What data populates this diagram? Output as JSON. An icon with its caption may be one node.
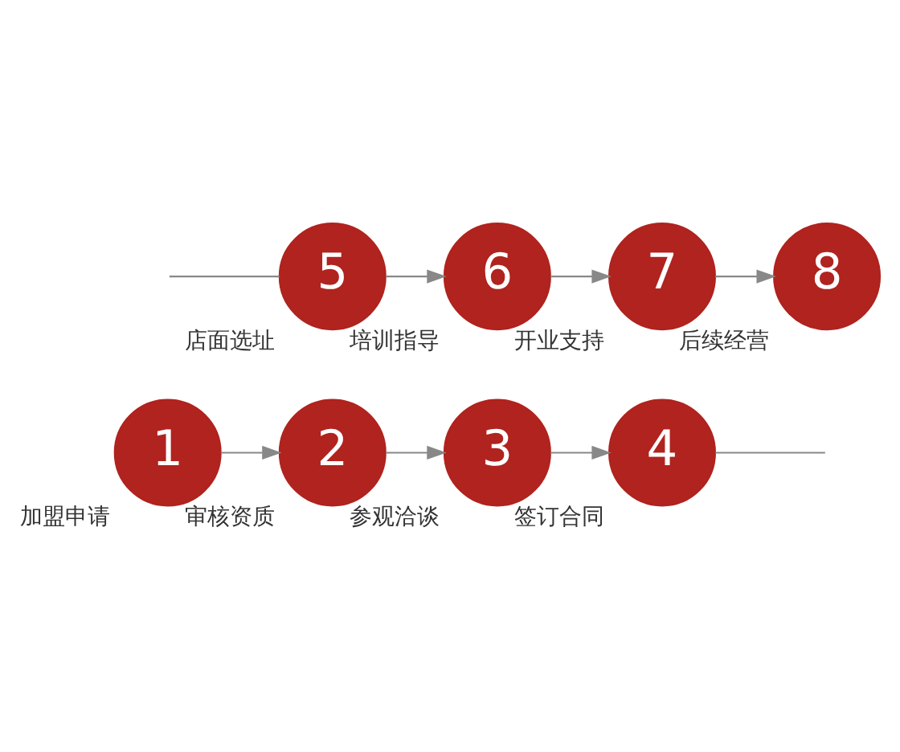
{
  "diagram": {
    "nodes": [
      {
        "text": [
          "1"
        ],
        "beside": [
          "加盟申请"
        ]
      },
      {
        "text": [
          "2"
        ],
        "beside": [
          "审核资质"
        ]
      },
      {
        "text": [
          "3"
        ],
        "beside": [
          "参观洽谈"
        ]
      },
      {
        "text": [
          "4"
        ],
        "beside": [
          "签订合同"
        ]
      },
      {
        "text": [
          "5"
        ],
        "beside": [
          "店面选址"
        ]
      },
      {
        "text": [
          "6"
        ],
        "beside": [
          "培训指导"
        ]
      },
      {
        "text": [
          "7"
        ],
        "beside": [
          "开业支持"
        ]
      },
      {
        "text": [
          "8"
        ],
        "beside": [
          "后续经营"
        ]
      }
    ],
    "edges": [
      {
        "from": 0,
        "to": 1,
        "arrow": "to"
      },
      {
        "from": 1,
        "to": 2,
        "arrow": "to"
      },
      {
        "from": 2,
        "to": 3,
        "arrow": "to"
      },
      {
        "from": 3,
        "to": null,
        "arrow": "none"
      },
      {
        "from": null,
        "to": 4,
        "arrow": "none"
      },
      {
        "from": 4,
        "to": 5,
        "arrow": "to"
      },
      {
        "from": 5,
        "to": 6,
        "arrow": "to"
      },
      {
        "from": 6,
        "to": 7,
        "arrow": "to"
      }
    ]
  }
}
